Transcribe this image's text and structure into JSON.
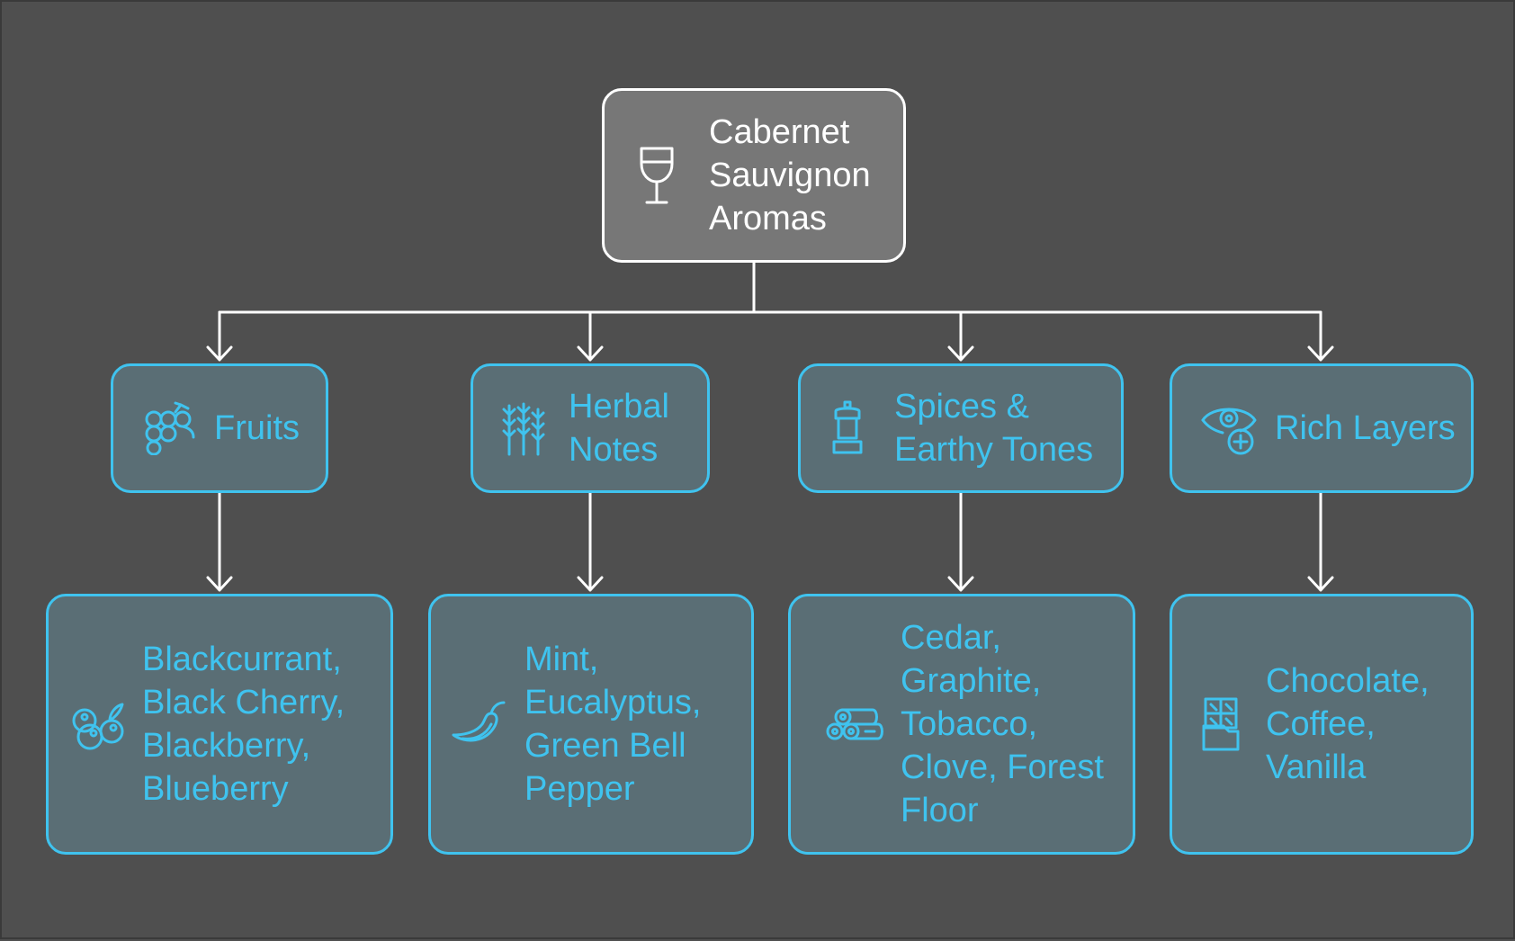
{
  "root": {
    "label": "Cabernet\nSauvignon\nAromas",
    "icon": "wine-glass-icon"
  },
  "categories": [
    {
      "label": "Fruits",
      "icon": "grapes-icon"
    },
    {
      "label": "Herbal\nNotes",
      "icon": "herb-sprigs-icon"
    },
    {
      "label": "Spices &\nEarthy Tones",
      "icon": "pepper-mill-icon"
    },
    {
      "label": "Rich Layers",
      "icon": "eye-plus-icon"
    }
  ],
  "details": [
    {
      "label": "Blackcurrant,\nBlack Cherry,\nBlackberry,\nBlueberry",
      "icon": "berries-icon"
    },
    {
      "label": "Mint,\nEucalyptus,\nGreen Bell\nPepper",
      "icon": "chili-pepper-icon"
    },
    {
      "label": "Cedar,\nGraphite,\nTobacco,\nClove, Forest\nFloor",
      "icon": "logs-icon"
    },
    {
      "label": "Chocolate,\nCoffee,\nVanilla",
      "icon": "chocolate-bar-icon"
    }
  ],
  "colors": {
    "background": "#4f4f4f",
    "root_fill": "#777777",
    "root_stroke": "#ffffff",
    "node_fill": "#5a6e75",
    "accent": "#3fc3ef",
    "connector": "#ffffff"
  }
}
